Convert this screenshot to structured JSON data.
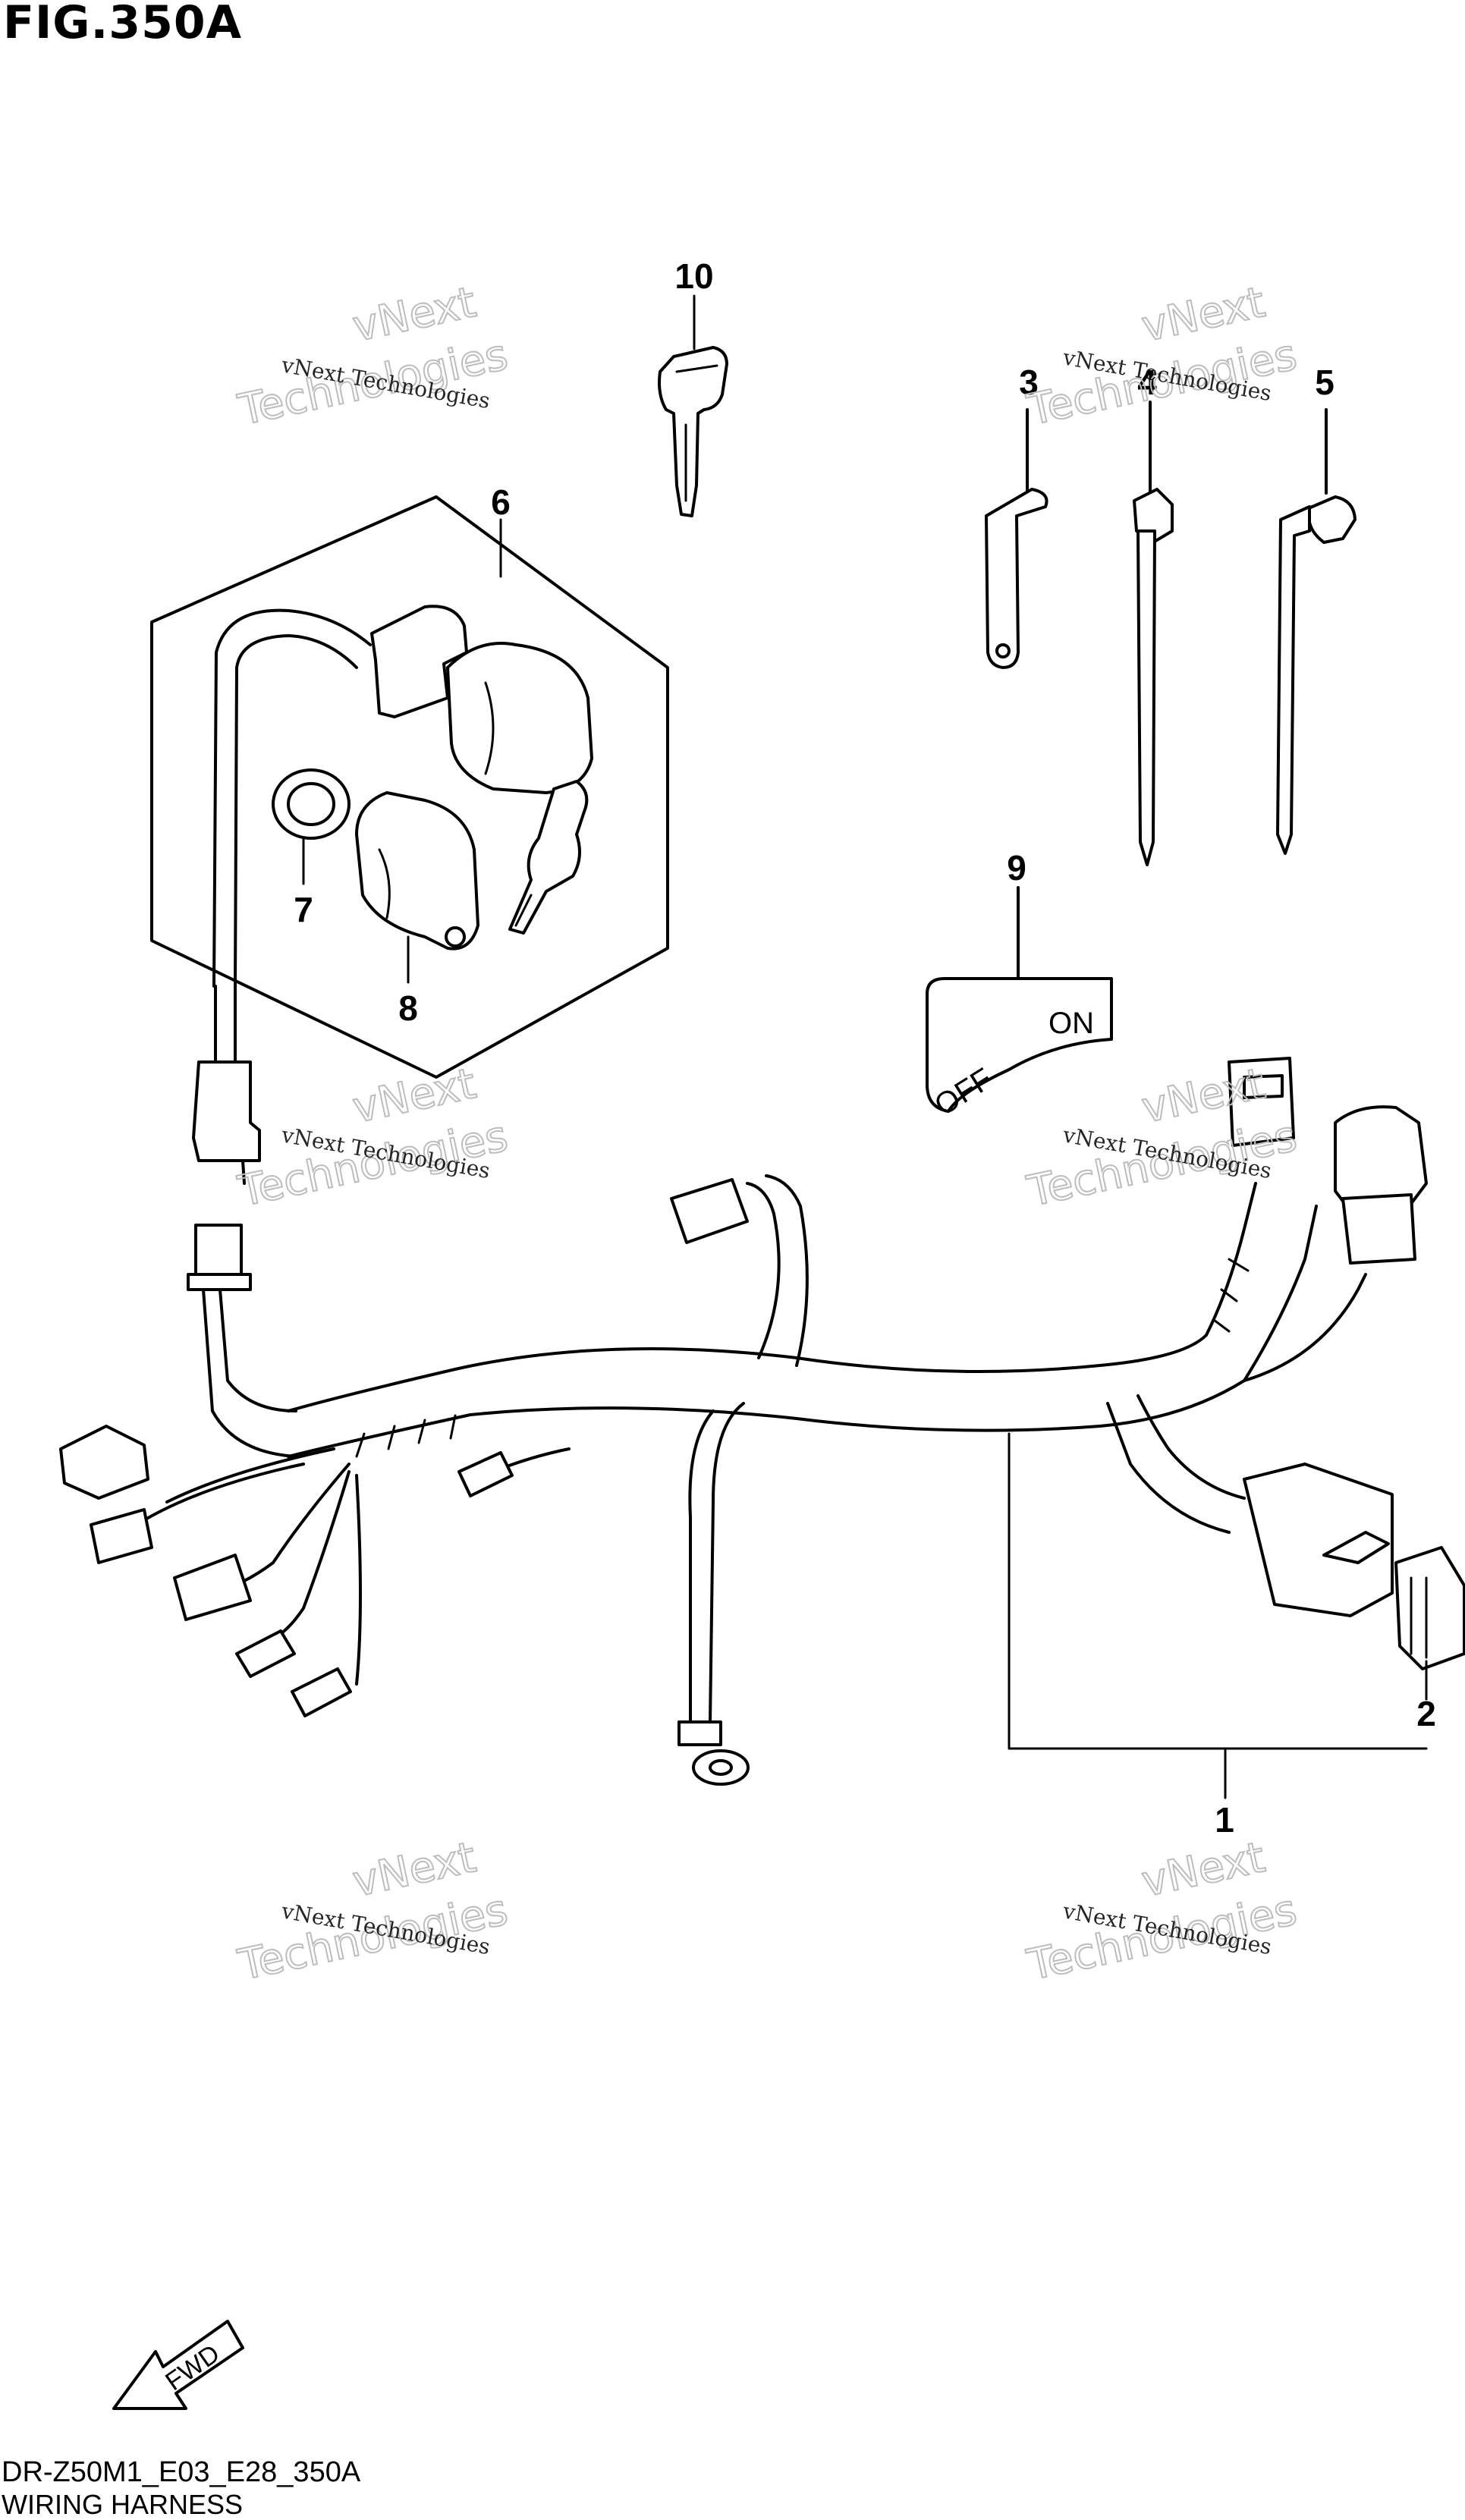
{
  "figure": {
    "title": "FIG.350A",
    "model_code": "DR-Z50M1_E03_E28_350A",
    "name": "WIRING HARNESS"
  },
  "callouts": [
    "1",
    "2",
    "3",
    "4",
    "5",
    "6",
    "7",
    "8",
    "9",
    "10"
  ],
  "switch_plate": {
    "off": "OFF",
    "on": "ON"
  },
  "fwd_arrow": "FWD",
  "watermark": {
    "line_a": "vNext Technologies",
    "line_b1": "vNext",
    "line_b2": "Technologies"
  }
}
